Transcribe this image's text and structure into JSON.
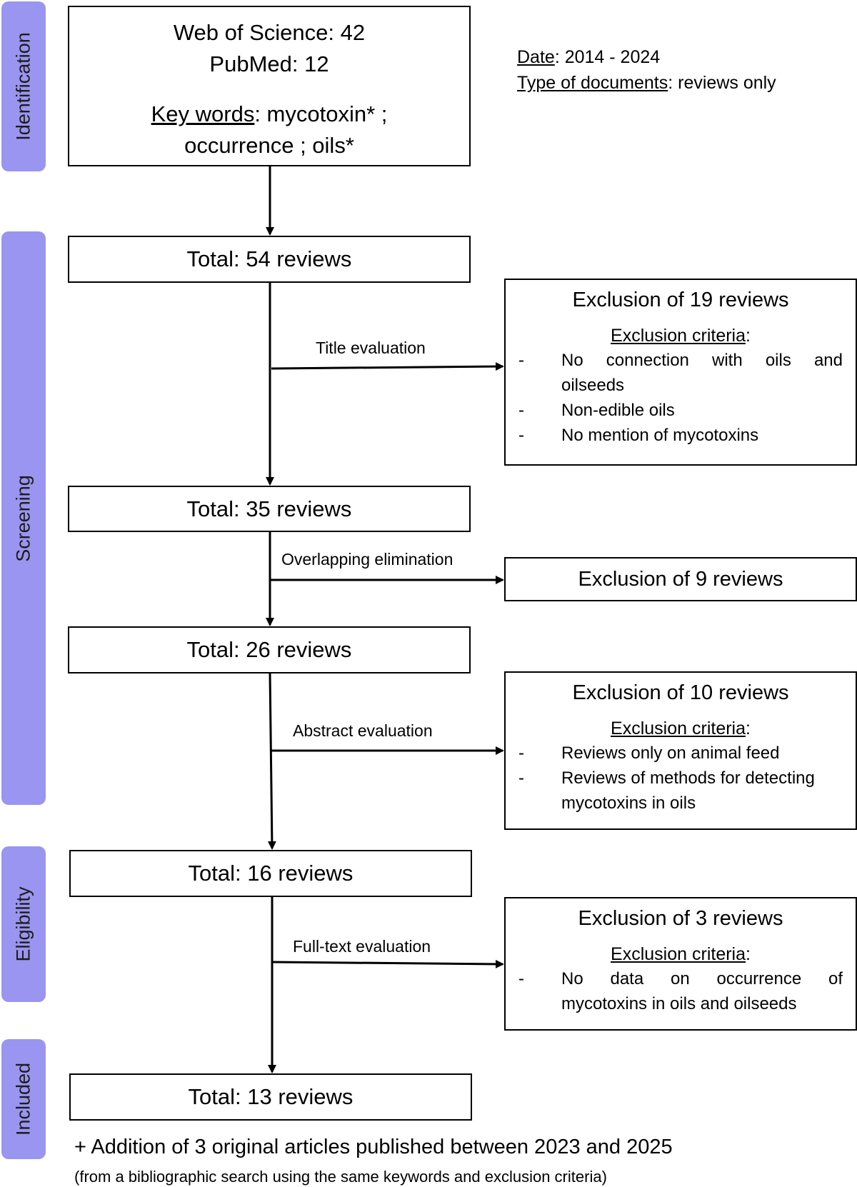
{
  "phases": {
    "identification": "Identification",
    "screening": "Screening",
    "eligibility": "Eligibility",
    "included": "Included"
  },
  "sources": {
    "wos": "Web of Science: 42",
    "pubmed": "PubMed: 12",
    "keywords_label": "Key words",
    "keywords_line1": ": mycotoxin* ;",
    "keywords_line2": "occurrence ; oils*"
  },
  "filters": {
    "date_label": "Date",
    "date_value": ": 2014 - 2024",
    "type_label": "Type of documents",
    "type_value": ": reviews only"
  },
  "totals": {
    "t54": "Total: 54 reviews",
    "t35": "Total: 35 reviews",
    "t26": "Total: 26 reviews",
    "t16": "Total: 16 reviews",
    "t13": "Total: 13 reviews"
  },
  "steps": {
    "title_eval": "Title evaluation",
    "overlap": "Overlapping elimination",
    "abstract_eval": "Abstract evaluation",
    "fulltext_eval": "Full-text evaluation"
  },
  "exclusions": {
    "criteria_label": "Exclusion criteria",
    "criteria_colon": ":",
    "dash": "-",
    "e19": {
      "title": "Exclusion of 19 reviews",
      "c1_line1": "No connection with oils and",
      "c1_line2": "oilseeds",
      "c2": "Non-edible oils",
      "c3": "No mention of mycotoxins"
    },
    "e9": {
      "title": "Exclusion of 9 reviews"
    },
    "e10": {
      "title": "Exclusion of 10 reviews",
      "c1": "Reviews only on animal feed",
      "c2_line1": "Reviews of methods for detecting",
      "c2_line2": "mycotoxins in oils"
    },
    "e3": {
      "title": "Exclusion of 3 reviews",
      "c1_line1": "No data on occurrence of",
      "c1_line2": "mycotoxins in oils and oilseeds"
    }
  },
  "footer": {
    "line1": "+ Addition of 3 original articles published between 2023 and 2025",
    "line2": "(from a bibliographic search using the same keywords and exclusion criteria)"
  }
}
